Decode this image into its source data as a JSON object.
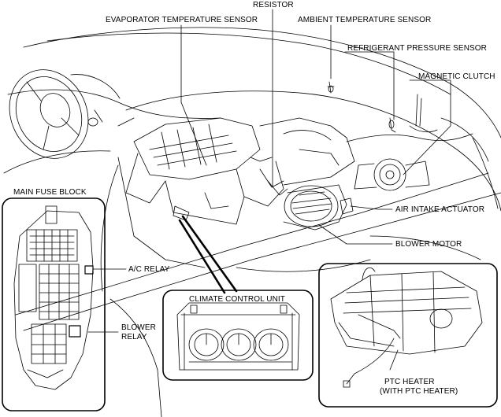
{
  "labels": {
    "resistor": "RESISTOR",
    "evaporator_temp_sensor": "EVAPORATOR TEMPERATURE SENSOR",
    "ambient_temp_sensor": "AMBIENT TEMPERATURE SENSOR",
    "refrigerant_pressure_sensor": "REFRIGERANT PRESSURE SENSOR",
    "magnetic_clutch": "MAGNETIC CLUTCH",
    "main_fuse_block": "MAIN FUSE BLOCK",
    "air_intake_actuator": "AIR INTAKE ACTUATOR",
    "blower_motor": "BLOWER MOTOR",
    "ac_relay": "A/C RELAY",
    "climate_control_unit": "CLIMATE CONTROL UNIT",
    "blower_relay_line1": "BLOWER",
    "blower_relay_line2": "RELAY",
    "ptc_heater_line1": "PTC HEATER",
    "ptc_heater_line2": "(WITH PTC HEATER)"
  },
  "colors": {
    "line": "#000000",
    "background": "#ffffff"
  }
}
